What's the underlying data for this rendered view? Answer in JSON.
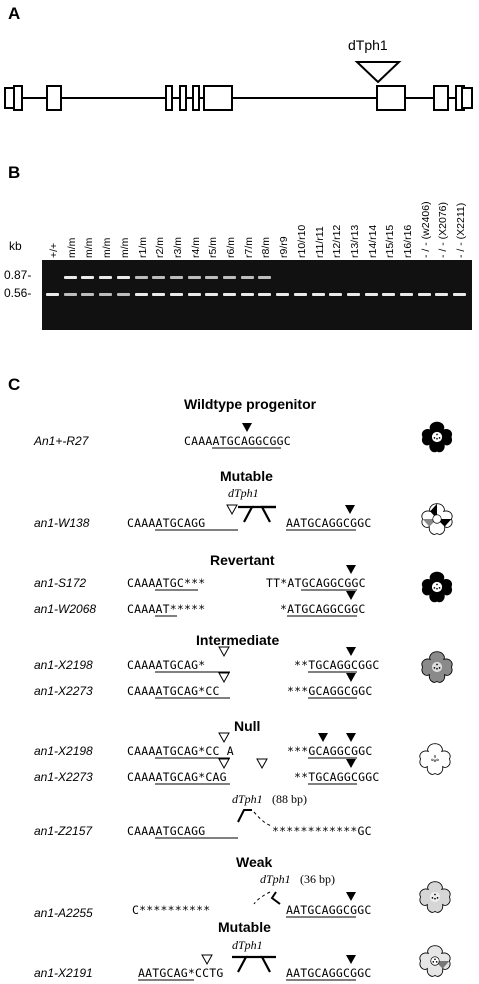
{
  "panels": {
    "a": "A",
    "b": "B",
    "c": "C"
  },
  "panel_a": {
    "insertion_label": "dTph1"
  },
  "panel_b": {
    "kb_label": "kb",
    "size_upper": "0.87-",
    "size_lower": "0.56-",
    "lanes": [
      "+/+",
      "m/m",
      "m/m",
      "m/m",
      "m/m",
      "r1/m",
      "r2/m",
      "r3/m",
      "r4/m",
      "r5/m",
      "r6/m",
      "r7/m",
      "r8/m",
      "r9/r9",
      "r10/r10",
      "r11/r11",
      "r12/r12",
      "r13/r13",
      "r14/r14",
      "r15/r15",
      "r16/r16",
      "- / - (w2406)",
      "- / - (X2076)",
      "- / - (X2211)"
    ]
  },
  "panel_c": {
    "wildtype": {
      "title": "Wildtype progenitor",
      "allele": "An1+-R27",
      "seq": "CAAAATGCAGGCGGC"
    },
    "mutable": {
      "title": "Mutable",
      "allele": "an1-W138",
      "transposon": "dTph1",
      "seq_left": "CAAAATGCAGG",
      "seq_right": "AATGCAGGCGGC"
    },
    "revertant": {
      "title": "Revertant",
      "rows": [
        {
          "allele": "an1-S172",
          "left": "CAAAATGC***",
          "right": "TT*ATGCAGGCGGC"
        },
        {
          "allele": "an1-W2068",
          "left": "CAAAAT*****",
          "right": "*ATGCAGGCGGC"
        }
      ]
    },
    "intermediate": {
      "title": "Intermediate",
      "rows": [
        {
          "allele": "an1-X2198",
          "left": "CAAAATGCAG*",
          "right": "**TGCAGGCGGC"
        },
        {
          "allele": "an1-X2273",
          "left": "CAAAATGCAG*CC",
          "right": "***GCAGGCGGC"
        }
      ]
    },
    "null": {
      "title": "Null",
      "rows": [
        {
          "allele": "an1-X2198",
          "left": "CAAAATGCAG*CC A",
          "right": "***GCAGGCGGC"
        },
        {
          "allele": "an1-X2273",
          "left": "CAAAATGCAG*CAG",
          "right": "**TGCAGGCGGC"
        },
        {
          "allele": "an1-Z2157",
          "left": "CAAAATGCAGG",
          "transposon": "dTph1",
          "note": "(88 bp)",
          "right": "************GC"
        }
      ]
    },
    "weak": {
      "title": "Weak",
      "allele": "an1-A2255",
      "transposon": "dTph1",
      "note": "(36 bp)",
      "left": "C**********",
      "right": "AATGCAGGCGGC"
    },
    "mutable2": {
      "title": "Mutable",
      "allele": "an1-X2191",
      "transposon": "dTph1",
      "left": "AATGCAG*CCTG",
      "right": "AATGCAGGCGGC"
    }
  }
}
